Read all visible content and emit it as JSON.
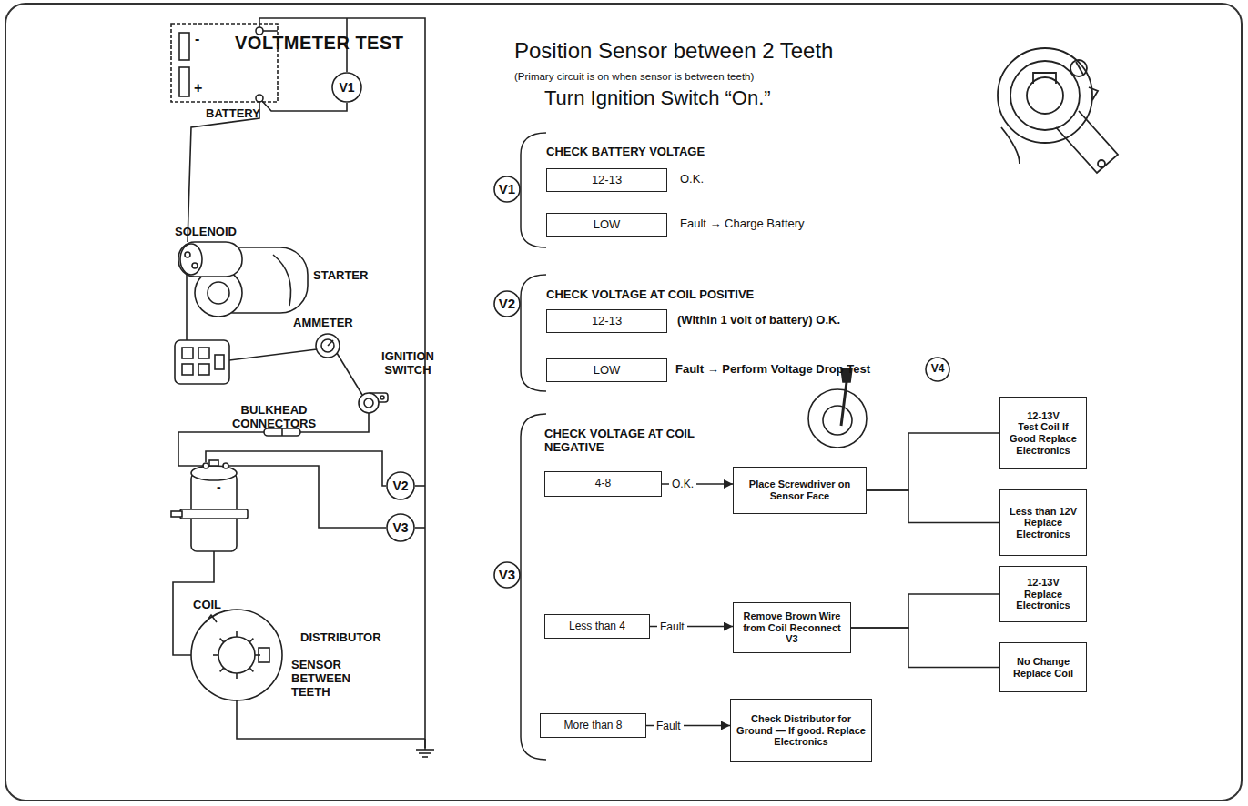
{
  "diagram": {
    "title": "VOLTMETER TEST",
    "nodes": [
      {
        "text": [
          "V1"
        ]
      },
      {
        "text": [
          "12-13"
        ]
      },
      {
        "text": [
          "LOW"
        ]
      },
      {
        "text": [
          "V2"
        ]
      },
      {
        "text": [
          "12-13"
        ]
      },
      {
        "text": [
          "LOW"
        ]
      },
      {
        "text": [
          "V4"
        ]
      },
      {
        "text": [
          "4-8"
        ]
      },
      {
        "text": [
          "Place Screwdriver on Sensor Face"
        ]
      },
      {
        "text": [
          "12-13V",
          "Test Coil If Good Replace Electronics"
        ]
      },
      {
        "text": [
          "Less than 12V",
          "Replace Electronics"
        ]
      },
      {
        "text": [
          "V3"
        ]
      },
      {
        "text": [
          "Less than 4"
        ]
      },
      {
        "text": [
          "Remove Brown Wire from Coil Reconnect V3"
        ]
      },
      {
        "text": [
          "12-13V",
          "Replace Electronics"
        ]
      },
      {
        "text": [
          "No Change",
          "Replace Coil"
        ]
      },
      {
        "text": [
          "More than 8"
        ]
      },
      {
        "text": [
          "Check Distributor for Ground — If good. Replace Electronics"
        ]
      },
      {
        "text": [
          "V1"
        ]
      },
      {
        "text": [
          "V2"
        ]
      },
      {
        "text": [
          "V3"
        ]
      }
    ],
    "edges": [
      {
        "from": 7,
        "to": 8,
        "arrow": "to",
        "label": "O.K."
      },
      {
        "from": 8,
        "to": 9,
        "arrow": "none"
      },
      {
        "from": 8,
        "to": 10,
        "arrow": "none"
      },
      {
        "from": 12,
        "to": 13,
        "arrow": "to",
        "label": "Fault"
      },
      {
        "from": 13,
        "to": 14,
        "arrow": "none"
      },
      {
        "from": 13,
        "to": 15,
        "arrow": "none"
      },
      {
        "from": 16,
        "to": 17,
        "arrow": "to",
        "label": "Fault"
      }
    ],
    "labels": [
      "Position Sensor between 2 Teeth",
      "(Primary circuit is on when sensor is between teeth)",
      "Turn Ignition Switch “On.”",
      "CHECK BATTERY VOLTAGE",
      "O.K.",
      "Fault → Charge Battery",
      "CHECK VOLTAGE AT COIL POSITIVE",
      "(Within 1 volt of battery) O.K.",
      "Fault → Perform Voltage Drop Test",
      "CHECK VOLTAGE AT COIL NEGATIVE",
      "-",
      "+",
      "BATTERY",
      "SOLENOID",
      "STARTER",
      "AMMETER",
      "IGNITION SWITCH",
      "BULKHEAD CONNECTORS",
      "-",
      "COIL",
      "DISTRIBUTOR",
      "SENSOR BETWEEN TEETH"
    ]
  }
}
